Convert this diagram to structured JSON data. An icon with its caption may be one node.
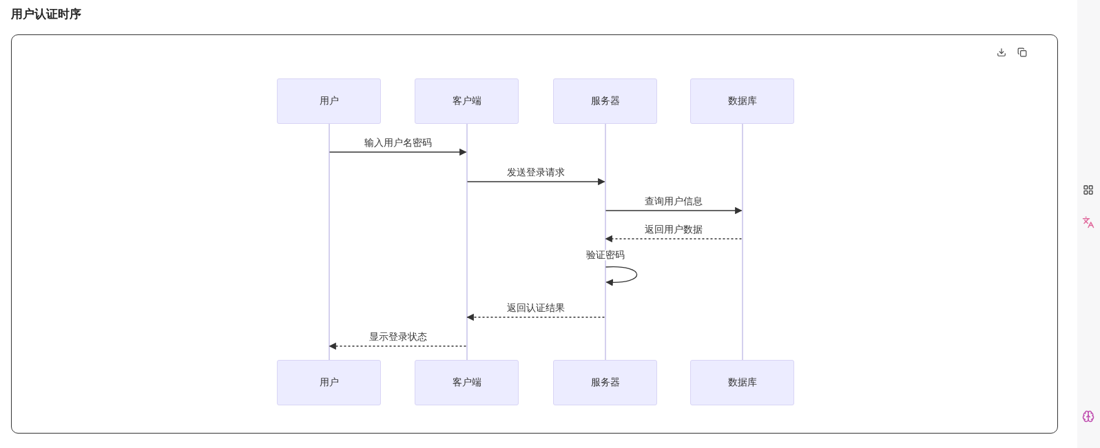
{
  "diagram": {
    "title": "用户认证时序",
    "nodes": [
      {
        "text": [
          "用户"
        ]
      },
      {
        "text": [
          "客户端"
        ]
      },
      {
        "text": [
          "服务器"
        ]
      },
      {
        "text": [
          "数据库"
        ]
      },
      {
        "text": [],
        "shape": "bar"
      },
      {
        "text": [],
        "shape": "bar"
      },
      {
        "text": [],
        "shape": "bar"
      },
      {
        "text": [],
        "shape": "bar"
      },
      {
        "text": [
          "用户"
        ]
      },
      {
        "text": [
          "客户端"
        ]
      },
      {
        "text": [
          "服务器"
        ]
      },
      {
        "text": [
          "数据库"
        ]
      }
    ],
    "edges": [
      {
        "from": 4,
        "to": 5,
        "arrow": "to",
        "label": "输入用户名密码"
      },
      {
        "from": 5,
        "to": 6,
        "arrow": "to",
        "label": "发送登录请求"
      },
      {
        "from": 6,
        "to": 7,
        "arrow": "to",
        "label": "查询用户信息"
      },
      {
        "from": 7,
        "to": 6,
        "arrow": "to",
        "label": "返回用户数据",
        "style": "dashed"
      },
      {
        "from": 6,
        "to": 6,
        "arrow": "to",
        "label": "验证密码"
      },
      {
        "from": 6,
        "to": 5,
        "arrow": "to",
        "label": "返回认证结果",
        "style": "dashed"
      },
      {
        "from": 5,
        "to": 4,
        "arrow": "to",
        "label": "显示登录状态",
        "style": "dashed"
      }
    ]
  }
}
